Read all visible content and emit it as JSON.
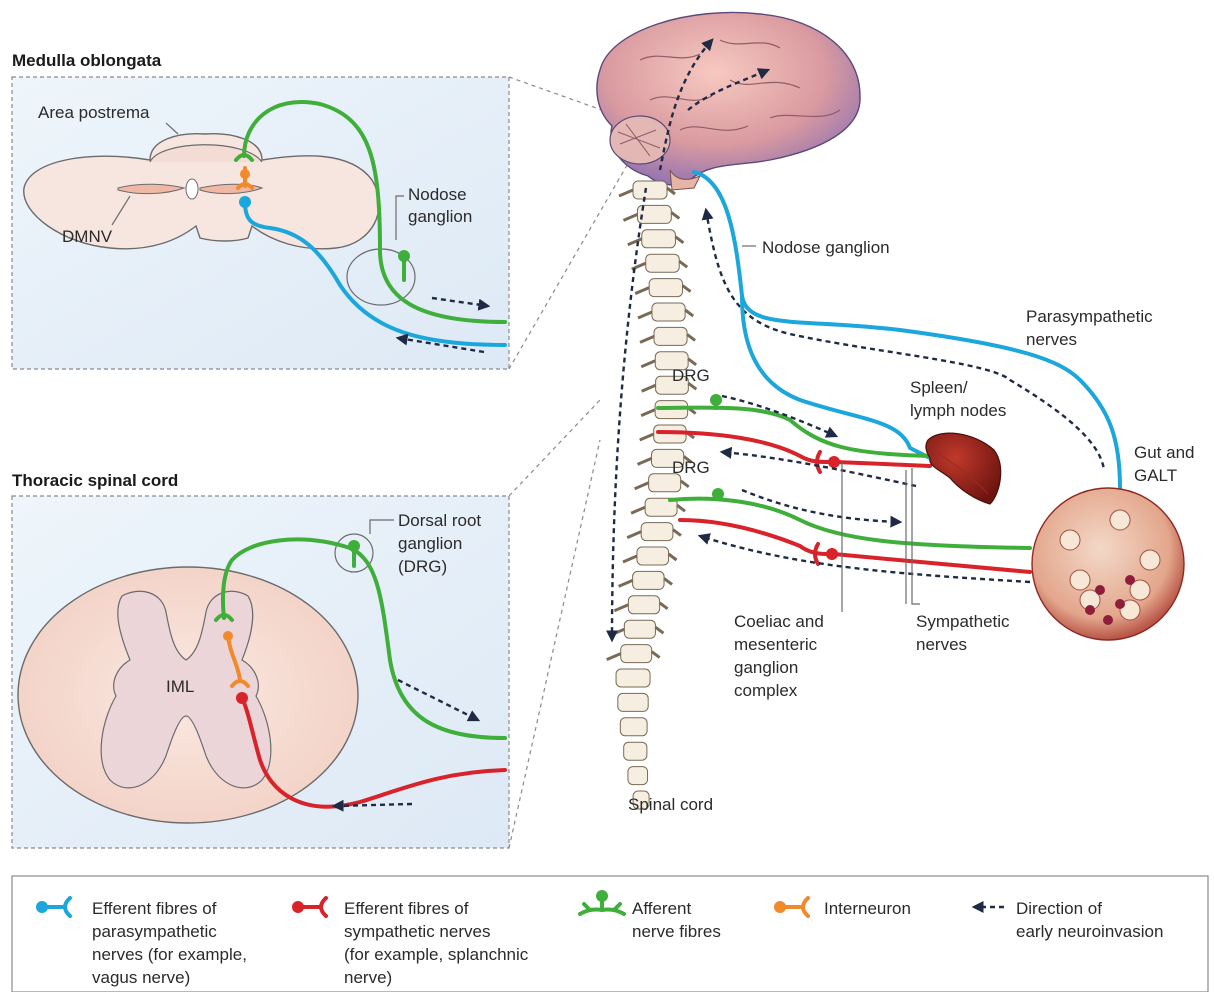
{
  "panels": {
    "medulla": {
      "title": "Medulla oblongata",
      "area_postrema": "Area postrema",
      "dmnv": "DMNV",
      "nodose_line1": "Nodose",
      "nodose_line2": "ganglion"
    },
    "thoracic": {
      "title": "Thoracic spinal cord",
      "drg_line1": "Dorsal root",
      "drg_line2": "ganglion",
      "drg_line3": "(DRG)",
      "iml": "IML"
    }
  },
  "main": {
    "nodose_ganglion": "Nodose ganglion",
    "parasympathetic_line1": "Parasympathetic",
    "parasympathetic_line2": "nerves",
    "drg_upper": "DRG",
    "drg_lower": "DRG",
    "spleen_line1": "Spleen/",
    "spleen_line2": "lymph nodes",
    "gut_line1": "Gut and",
    "gut_line2": "GALT",
    "coeliac_line1": "Coeliac and",
    "coeliac_line2": "mesenteric",
    "coeliac_line3": "ganglion",
    "coeliac_line4": "complex",
    "sympathetic_line1": "Sympathetic",
    "sympathetic_line2": "nerves",
    "spinal_cord": "Spinal cord"
  },
  "legend": {
    "parasympathetic": [
      "Efferent fibres of",
      "parasympathetic",
      "nerves (for example,",
      "vagus nerve)"
    ],
    "sympathetic": [
      "Efferent fibres of",
      "sympathetic nerves",
      "(for example, splanchnic",
      "nerve)"
    ],
    "afferent": [
      "Afferent",
      "nerve fibres"
    ],
    "interneuron": [
      "Interneuron"
    ],
    "direction": [
      "Direction of",
      "early neuroinvasion"
    ]
  },
  "colors": {
    "parasympathetic": "#1ba6dc",
    "sympathetic": "#d8232a",
    "afferent": "#3fae3a",
    "interneuron": "#f08a2b",
    "neuroinvasion_arrow": "#1f2a44"
  },
  "icons": [
    "brain-icon",
    "spine-icon",
    "spleen-icon",
    "gut-icon"
  ]
}
